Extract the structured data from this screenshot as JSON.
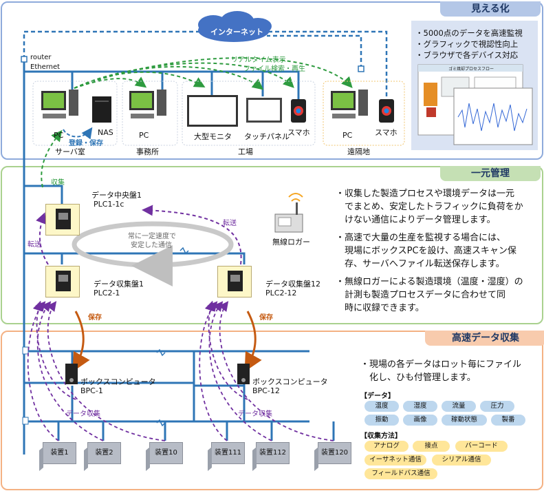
{
  "sections": {
    "visibility": {
      "title": "見える化"
    },
    "unified": {
      "title": "一元管理"
    },
    "collection": {
      "title": "高速データ収集"
    }
  },
  "network": {
    "internet": "インターネット",
    "router": "router",
    "ethernet": "Ethernet",
    "realtime": "リアルタイム表示",
    "file_search": "ファイル検索・再生",
    "register_save": "登録・保存",
    "collect": "収集",
    "transfer_left": "転送",
    "transfer_right": "転送",
    "constant_speed": "常に一定速度で",
    "stable": "安定した通信",
    "save_left": "保存",
    "save_right": "保存",
    "data_collect_left": "データ収集",
    "data_collect_right": "データ収集"
  },
  "visibility": {
    "server_room": "サーバ室",
    "pc1": "PC",
    "nas": "NAS",
    "office": "事務所",
    "pc2": "PC",
    "factory": "工場",
    "large_monitor": "大型モニタ",
    "touch_panel": "タッチパネル",
    "smartphone1": "スマホ",
    "remote": "遠隔地",
    "pc3": "PC",
    "smartphone2": "スマホ",
    "features": [
      "・5000点のデータを高速監視",
      "・グラフィックで視認性向上",
      "・ブラウザで各デバイス対応"
    ],
    "screenshot_title": "ゴミ焼却プロセスフロー"
  },
  "unified": {
    "central_panel": "データ中央盤1",
    "central_plc": "PLC1-1c",
    "panel1": "データ収集盤1",
    "plc1": "PLC2-1",
    "panel12": "データ収集盤12",
    "plc12": "PLC2-12",
    "logger": "無線ロガー",
    "bullets": [
      "・収集した製造プロセスや環境データは一元\n　でまとめ、安定したトラフィックに負荷をか\n　けない通信によりデータ管理します。",
      "・高速で大量の生産を監視する場合には、\n　現場にボックスPCを設け、高速スキャン保\n　存、サーバへファイル転送保存します。",
      "・無線ロガーによる製造環境（温度・湿度）の\n　計測も製造プロセスデータに合わせて同\n　時に収録できます。"
    ]
  },
  "collection": {
    "box_pc1_name": "ボックスコンピュータ",
    "box_pc1_id": "BPC-1",
    "box_pc12_name": "ボックスコンピュータ",
    "box_pc12_id": "BPC-12",
    "devices_left": [
      "装置1",
      "装置2",
      "装置10"
    ],
    "devices_right": [
      "装置111",
      "装置112",
      "装置120"
    ],
    "bullet": "・現場の各データはロット毎にファイル\n　化し、ひも付管理します。",
    "data_heading": "【データ】",
    "data_items": [
      "温度",
      "湿度",
      "流量",
      "圧力",
      "振動",
      "画像",
      "稼動状態",
      "製番"
    ],
    "method_heading": "【収集方法】",
    "methods": [
      "アナログ",
      "接点",
      "バーコード",
      "イーサネット通信",
      "シリアル通信",
      "フィールドバス通信"
    ]
  }
}
